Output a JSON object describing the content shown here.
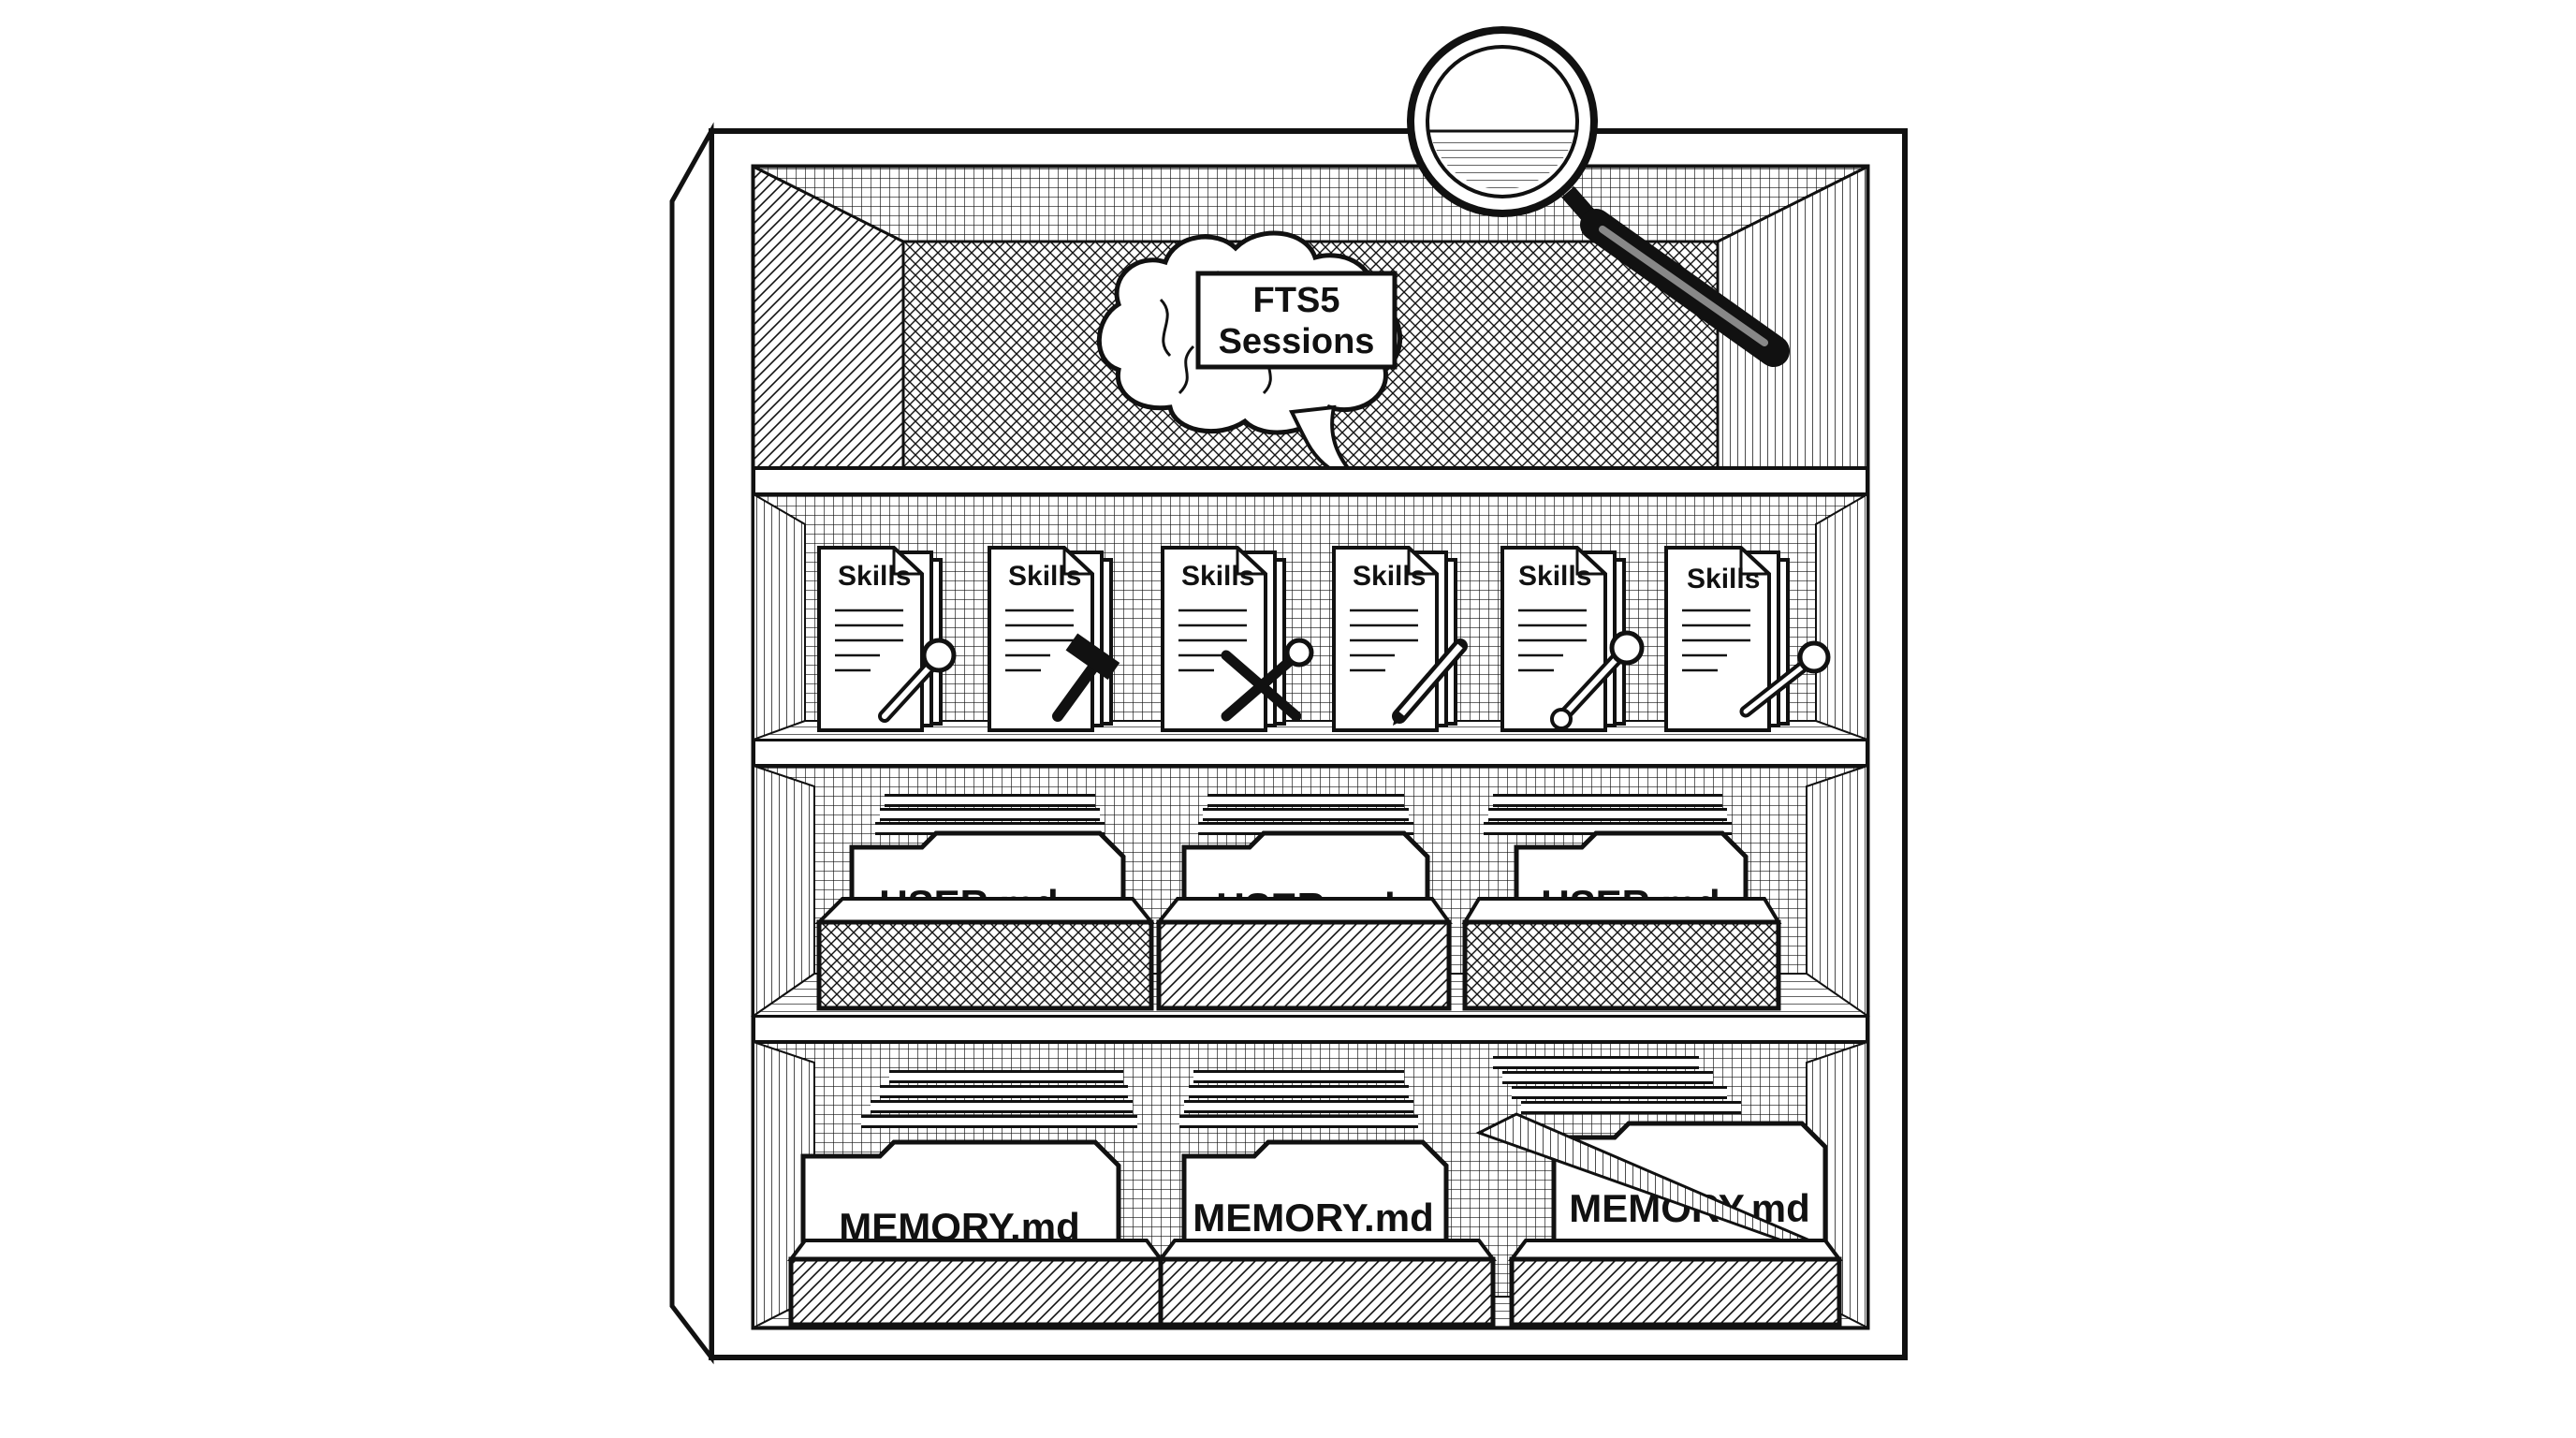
{
  "top_shelf": {
    "brain_label_line1": "FTS5",
    "brain_label_line2": "Sessions"
  },
  "skills_shelf": {
    "items": [
      {
        "label": "Skills",
        "tool": "wrench-icon"
      },
      {
        "label": "Skills",
        "tool": "hammer-icon"
      },
      {
        "label": "Skills",
        "tool": "crossed-tools-icon"
      },
      {
        "label": "Skills",
        "tool": "pencil-icon"
      },
      {
        "label": "Skills",
        "tool": "wrench-icon"
      },
      {
        "label": "Skills",
        "tool": "wrench-icon"
      }
    ]
  },
  "user_shelf": {
    "items": [
      {
        "label": "USER.md"
      },
      {
        "label": "USER.md"
      },
      {
        "label": "USER.md"
      }
    ]
  },
  "memory_shelf": {
    "items": [
      {
        "label": "MEMORY.md"
      },
      {
        "label": "MEMORY.md"
      },
      {
        "label": "MEMORY.md"
      }
    ]
  },
  "colors": {
    "ink": "#111111",
    "paper": "#ffffff",
    "shade": "#d9d9d9"
  }
}
